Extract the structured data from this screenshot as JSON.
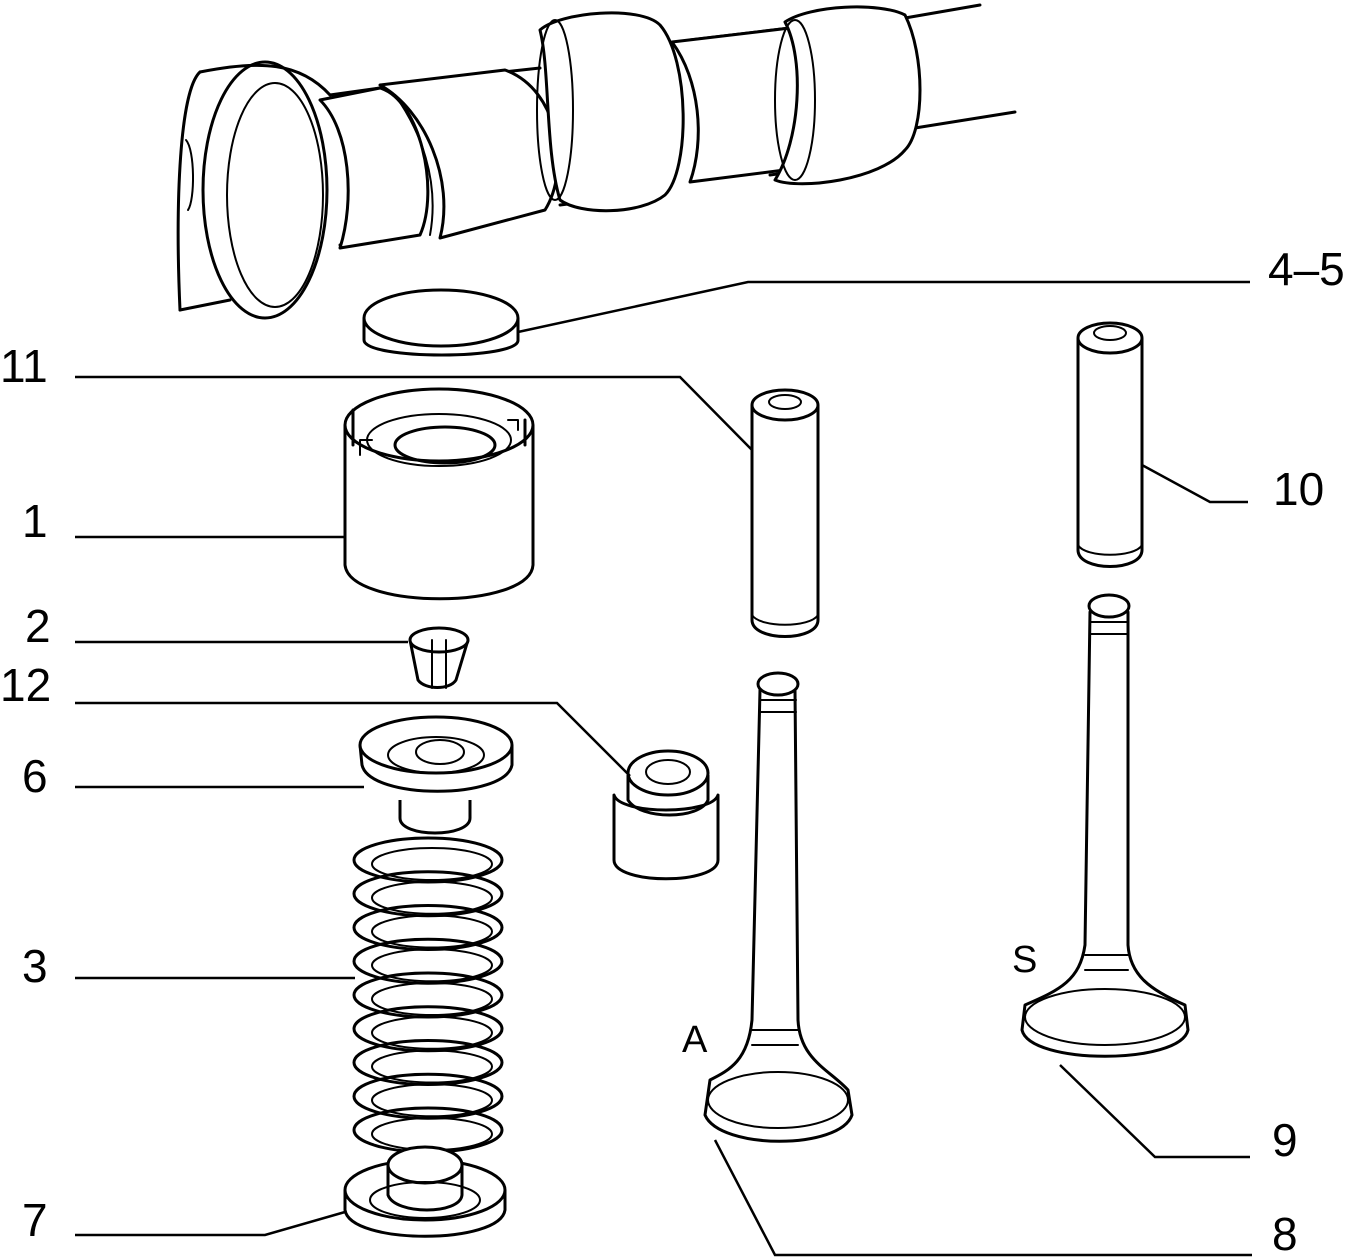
{
  "labels": {
    "p4_5": "4–5",
    "p11": "11",
    "p1": "1",
    "p2": "2",
    "p12": "12",
    "p6": "6",
    "p3": "3",
    "p7": "7",
    "p10": "10",
    "p9": "9",
    "p8": "8",
    "intake": "A",
    "exhaust": "S"
  }
}
